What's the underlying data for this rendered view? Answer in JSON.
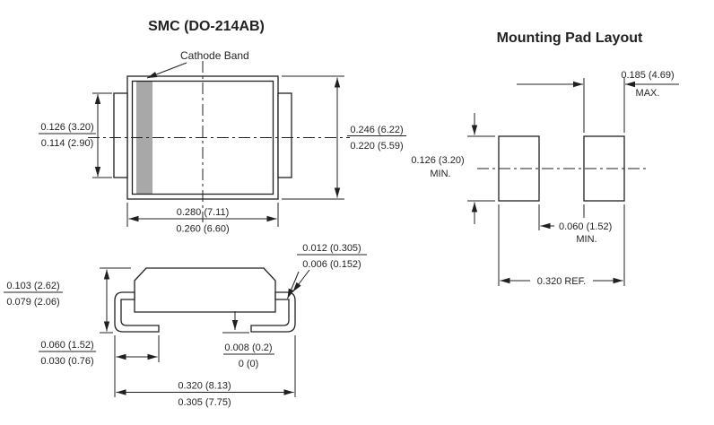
{
  "titles": {
    "package_view": "SMC (DO-214AB)",
    "pad_layout": "Mounting Pad Layout"
  },
  "top_view": {
    "cathode_band_label": "Cathode Band",
    "tab_height": {
      "max": "0.126 (3.20)",
      "min": "0.114 (2.90)"
    },
    "body_height": {
      "max": "0.246 (6.22)",
      "min": "0.220 (5.59)"
    },
    "body_width": {
      "max": "0.280 (7.11)",
      "min": "0.260 (6.60)"
    }
  },
  "side_view": {
    "lead_thickness": {
      "max": "0.012 (0.305)",
      "min": "0.006 (0.152)"
    },
    "body_height": {
      "max": "0.103 (2.62)",
      "min": "0.079 (2.06)"
    },
    "foot_length": {
      "max": "0.060 (1.52)",
      "min": "0.030 (0.76)"
    },
    "standoff": {
      "max": "0.008 (0.2)",
      "min": "0 (0)"
    },
    "overall_width": {
      "max": "0.320 (8.13)",
      "min": "0.305 (7.75)"
    }
  },
  "pad_layout": {
    "pad_width": {
      "value": "0.185 (4.69)",
      "qualifier": "MAX."
    },
    "pad_height": {
      "value": "0.126 (3.20)",
      "qualifier": "MIN."
    },
    "pad_gap": {
      "value": "0.060 (1.52)",
      "qualifier": "MIN."
    },
    "overall_span": {
      "value": "0.320 REF."
    }
  },
  "colors": {
    "ink": "#231f20",
    "cathode_band": "#a8a8a8",
    "background": "#ffffff"
  }
}
